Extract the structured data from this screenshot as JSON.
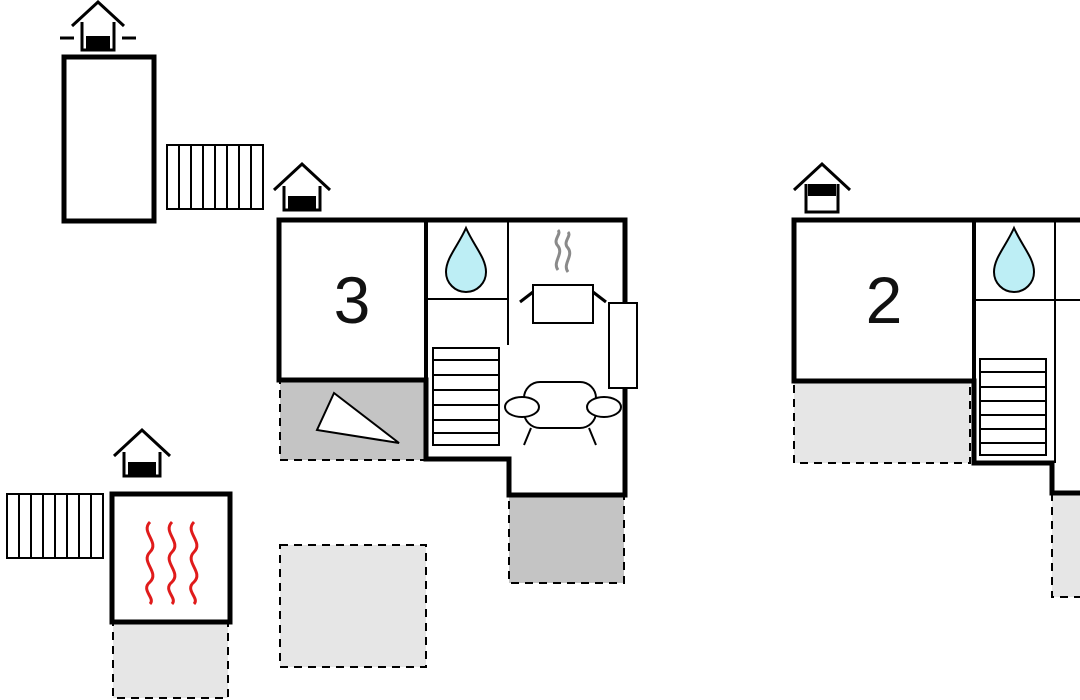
{
  "units": [
    {
      "id": "unit-3",
      "label": "3"
    },
    {
      "id": "unit-2",
      "label": "2"
    }
  ],
  "icons": {
    "entrance": "house-entrance-icon",
    "bathroom": "water-drop-icon",
    "kitchen": "cooking-pot-icon",
    "living": "sofa-icon",
    "sauna": "sauna-heat-icon",
    "stairs": "stairs-icon",
    "terrace": "terrace-icon"
  },
  "colors": {
    "wall": "#000000",
    "water_drop": "#bdeef5",
    "heat_waves": "#e01b1b",
    "steam": "#8a8a8a",
    "terrace_dark": "#c4c4c4",
    "terrace_light": "#e6e6e6"
  }
}
